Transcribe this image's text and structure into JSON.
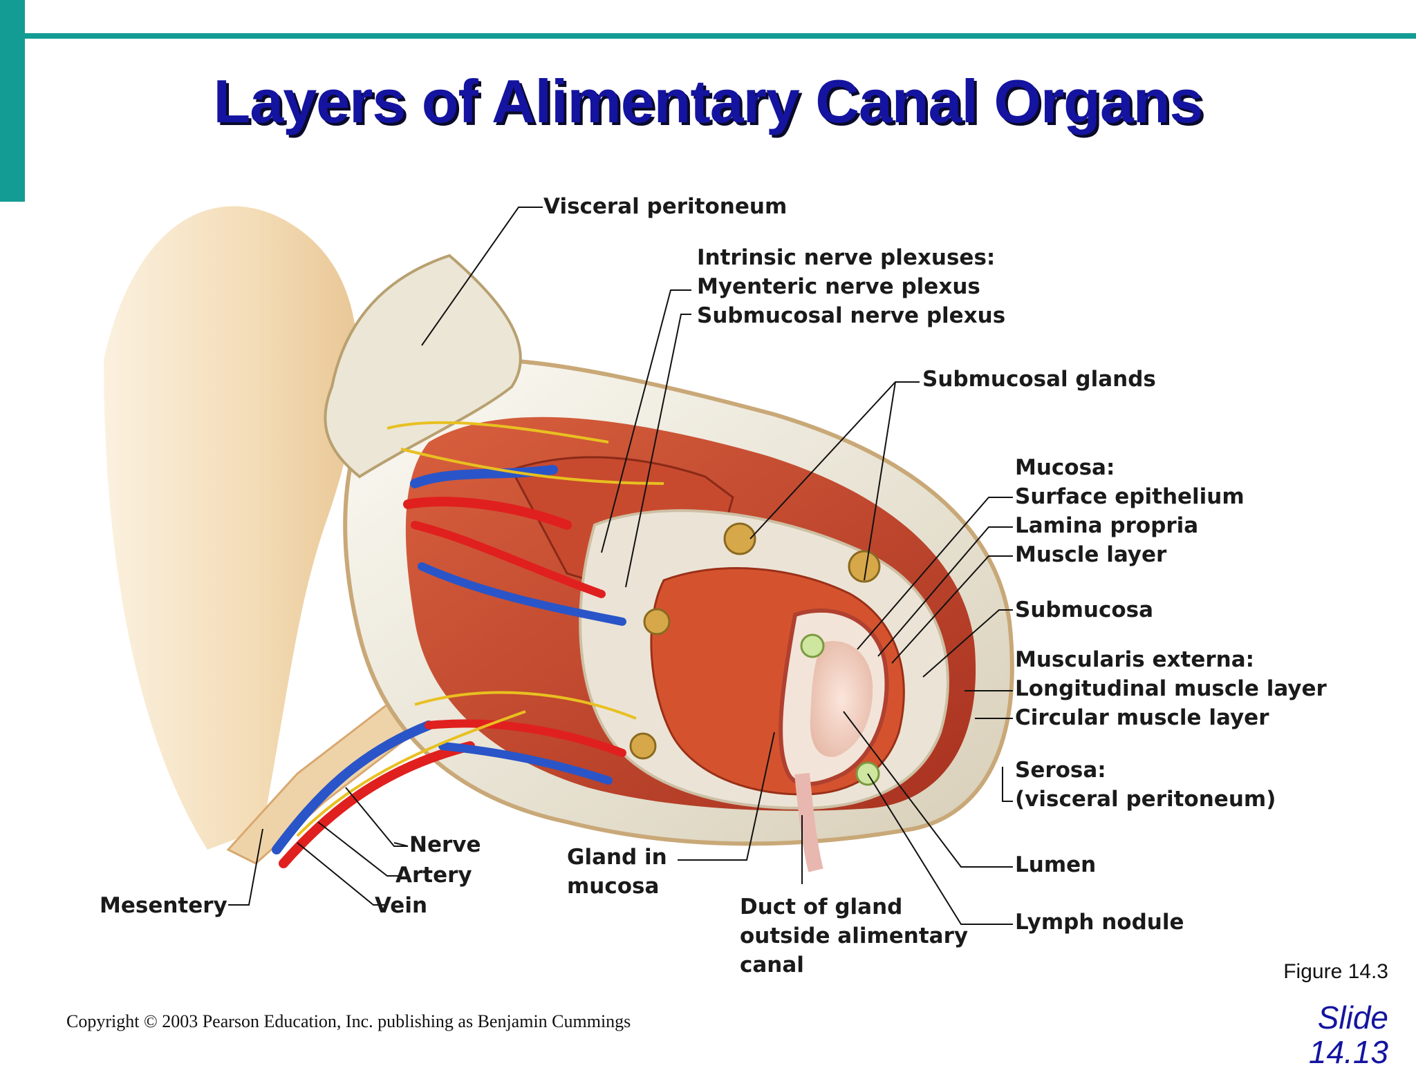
{
  "title": "Layers of Alimentary Canal Organs",
  "labels": {
    "visceral_peritoneum": "Visceral peritoneum",
    "intrinsic_header": "Intrinsic nerve plexuses:",
    "myenteric": "Myenteric nerve plexus",
    "submucosal_plexus": "Submucosal nerve plexus",
    "submucosal_glands": "Submucosal glands",
    "mucosa_header": "Mucosa:",
    "surface_epithelium": "Surface epithelium",
    "lamina_propria": "Lamina propria",
    "muscle_layer": "Muscle layer",
    "submucosa": "Submucosa",
    "muscularis_header": "Muscularis externa:",
    "longitudinal": "Longitudinal muscle layer",
    "circular": "Circular muscle layer",
    "serosa_header": "Serosa:",
    "serosa_sub": "(visceral peritoneum)",
    "lumen": "Lumen",
    "lymph_nodule": "Lymph nodule",
    "duct_1": "Duct of gland",
    "duct_2": "outside alimentary",
    "duct_3": "canal",
    "gland_1": "Gland in",
    "gland_2": "mucosa",
    "nerve": "Nerve",
    "artery": "Artery",
    "vein": "Vein",
    "mesentery": "Mesentery"
  },
  "figure_caption": "Figure 14.3",
  "copyright": "Copyright © 2003 Pearson Education, Inc. publishing as Benjamin Cummings",
  "slide_number_1": "Slide",
  "slide_number_2": "14.13",
  "colors": {
    "accent": "#139c94",
    "title": "#1414a0",
    "muscle": "#c8442a",
    "submucosa": "#e8e2d6",
    "artery": "#e0201e",
    "vein": "#2a55c8",
    "nerve": "#e8c020"
  }
}
